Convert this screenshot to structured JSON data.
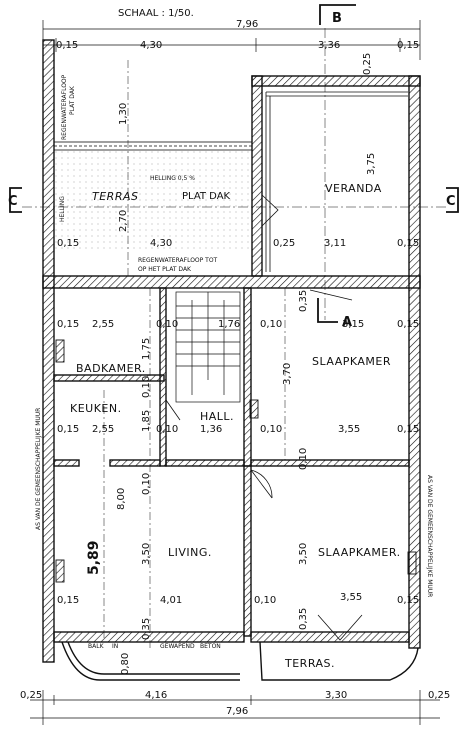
{
  "title": "SCHAAL : 1/50.",
  "section_marks": {
    "b": "B",
    "a": "A",
    "c_left": "C",
    "c_right": "C"
  },
  "rooms": {
    "terras_top": "TERRAS",
    "veranda": "VERANDA",
    "badkamer": "BADKAMER.",
    "keuken": "KEUKEN.",
    "hall": "HALL.",
    "slaapkamer_1": "SLAAPKAMER",
    "slaapkamer_2": "SLAAPKAMER.",
    "living": "LIVING.",
    "terras_bottom": "TERRAS."
  },
  "annotations": {
    "rwa_top": "REGENWATERAFLOOP",
    "plat_dak_top": "PLAT DAK",
    "helling": "HELLING  0,5 %",
    "plat_dak_mid": "PLAT DAK",
    "helling_side": "HELLING",
    "rwa_mid_1": "REGENWATERAFLOOP TOT",
    "rwa_mid_2": "OP HET PLAT DAK",
    "mur_left": "AS VAN DE GEMEENSCHAPPELIJKE MUUR",
    "mur_right": "AS VAN DE GEMEENSCHAPPELIJKE MUUR",
    "balk_1": "BALK",
    "balk_2": "IN",
    "balk_3": "GEWAPEND",
    "balk_4": "BETON",
    "total_depth": "5,89"
  },
  "dimensions": {
    "top_total": "7,96",
    "top_l1": "0,15",
    "top_l2": "4,30",
    "top_r1": "3,36",
    "top_r2": "0,15",
    "v_r025": "0,25",
    "v_130": "1,30",
    "v_375": "3,75",
    "v_270": "2,70",
    "row1_l1": "0,15",
    "row1_l2": "4,30",
    "row1_r1": "0,25",
    "row1_r2": "3,11",
    "row1_r3": "0,15",
    "v_035a": "0,35",
    "row2_l1": "0,15",
    "row2_l2": "2,55",
    "row2_l3": "0,10",
    "row2_l4": "1,76",
    "row2_l5": "0,10",
    "row2_r1": "3,15",
    "row2_r2": "0,15",
    "v_175": "1,75",
    "v_010a": "0,10",
    "v_370": "3,70",
    "v_185": "1,85",
    "row3_l1": "0,15",
    "row3_l2": "2,55",
    "row3_l3": "0,10",
    "row3_l4": "1,36",
    "row3_l5": "0,10",
    "row3_r1": "3,55",
    "row3_r2": "0,15",
    "v_010b": "0,10",
    "v_010c": "0,10",
    "v_800": "8,00",
    "v_350a": "3,50",
    "v_350b": "3,50",
    "row4_l1": "0,15",
    "row4_l2": "4,01",
    "row4_l3": "0,10",
    "row4_r1": "3,55",
    "row4_r2": "0,15",
    "v_035b": "0,35",
    "v_035c": "0,35",
    "v_080": "0,80",
    "bot_l1": "0,25",
    "bot_l2": "4,16",
    "bot_r1": "3,30",
    "bot_r2": "0,25",
    "bot_total": "7,96"
  }
}
